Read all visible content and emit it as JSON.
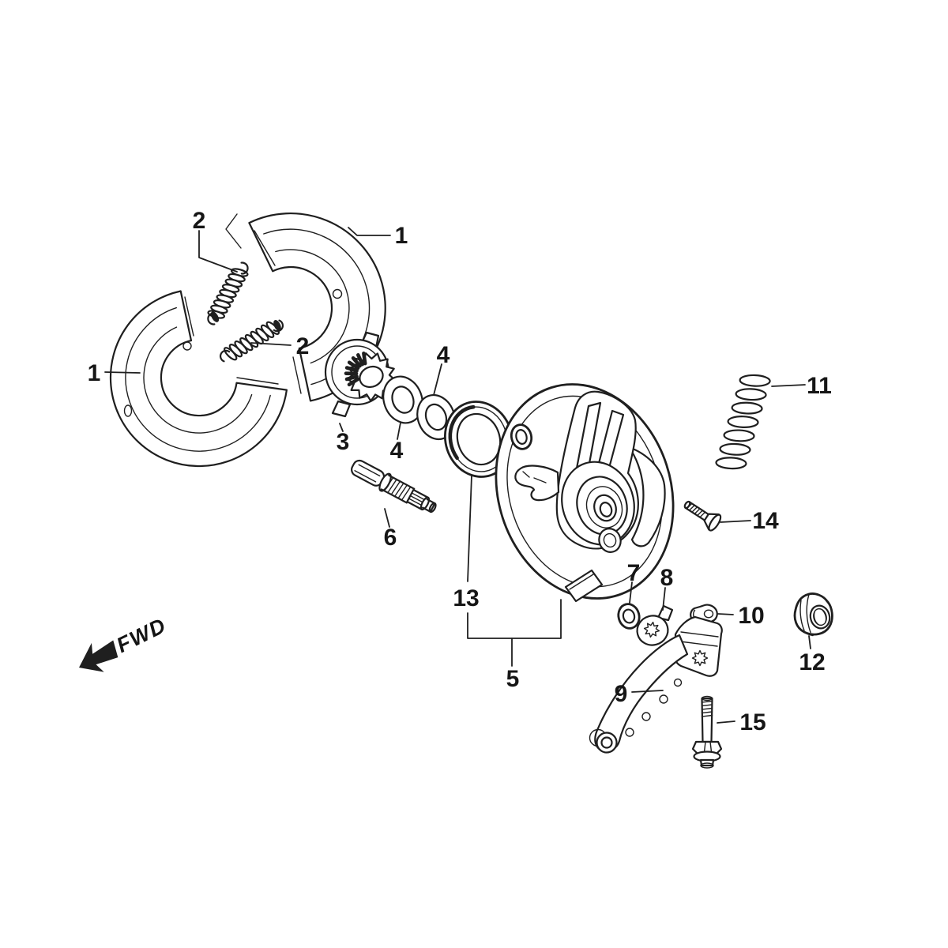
{
  "page": {
    "background": "#ffffff",
    "ink": "#1f1f1f"
  },
  "diagram": {
    "kind": "exploded parts diagram - front brake panel assembly",
    "direction_marker": "FWD",
    "callouts": [
      {
        "ref": "2"
      },
      {
        "ref": "1"
      },
      {
        "ref": "2"
      },
      {
        "ref": "1"
      },
      {
        "ref": "3"
      },
      {
        "ref": "4"
      },
      {
        "ref": "4"
      },
      {
        "ref": "6"
      },
      {
        "ref": "13"
      },
      {
        "ref": "5"
      },
      {
        "ref": "11"
      },
      {
        "ref": "14"
      },
      {
        "ref": "7"
      },
      {
        "ref": "8"
      },
      {
        "ref": "10"
      },
      {
        "ref": "12"
      },
      {
        "ref": "9"
      },
      {
        "ref": "15"
      }
    ]
  }
}
